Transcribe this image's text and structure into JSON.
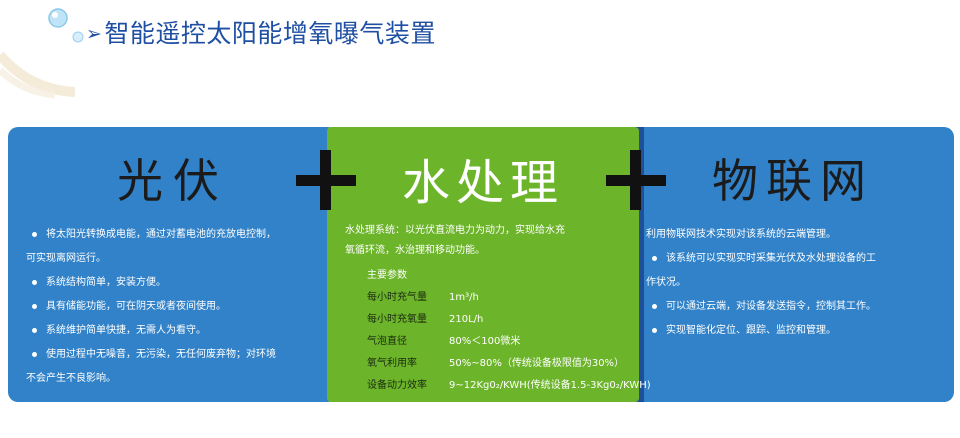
{
  "slide": {
    "title_arrow": "➢",
    "title": "智能遥控太阳能增氧曝气装置"
  },
  "panels": {
    "photovoltaic": {
      "heading": "光伏",
      "bullets": [
        {
          "line1": "将太阳光转换成电能，通过对蓄电池的充放电控制，",
          "line2": "可实现离网运行。"
        },
        {
          "line1": "系统结构简单，安装方便。",
          "line2": ""
        },
        {
          "line1": "具有储能功能，可在阴天或者夜间使用。",
          "line2": ""
        },
        {
          "line1": "系统维护简单快捷，无需人为看守。",
          "line2": ""
        },
        {
          "line1": "使用过程中无噪音，无污染，无任何废弃物；对环境",
          "line2": "不会产生不良影响。"
        }
      ]
    },
    "water": {
      "heading": "水处理",
      "intro_line1": "水处理系统：以光伏直流电力为动力，实现给水充",
      "intro_line2": "氧循环流，水治理和移动功能。",
      "params_title": "主要参数",
      "params": [
        {
          "key": "每小时充气量",
          "value": "1m³/h"
        },
        {
          "key": "每小时充氧量",
          "value": "210L/h"
        },
        {
          "key": "气泡直径",
          "value": "80%＜100微米"
        },
        {
          "key": "氧气利用率",
          "value": "50%~80%（传统设备极限值为30%）"
        },
        {
          "key": "设备动力效率",
          "value": "9~12Kg0₂/KWH(传统设备1.5-3Kg0₂/KWH)"
        }
      ]
    },
    "iot": {
      "heading": "物联网",
      "intro": "利用物联网技术实现对该系统的云端管理。",
      "bullets": [
        {
          "line1": "该系统可以实现实时采集光伏及水处理设备的工",
          "line2": "作状况。"
        },
        {
          "line1": "可以通过云端，对设备发送指令，控制其工作。",
          "line2": ""
        },
        {
          "line1": "实现智能化定位、跟踪、监控和管理。",
          "line2": ""
        }
      ]
    }
  },
  "colors": {
    "title": "#1f4fa3",
    "blue_panel": "#3182c9",
    "green_panel": "#6cb42a",
    "plus": "#111111"
  },
  "icons": [
    "plus-icon",
    "decorative-bubble-icon"
  ]
}
